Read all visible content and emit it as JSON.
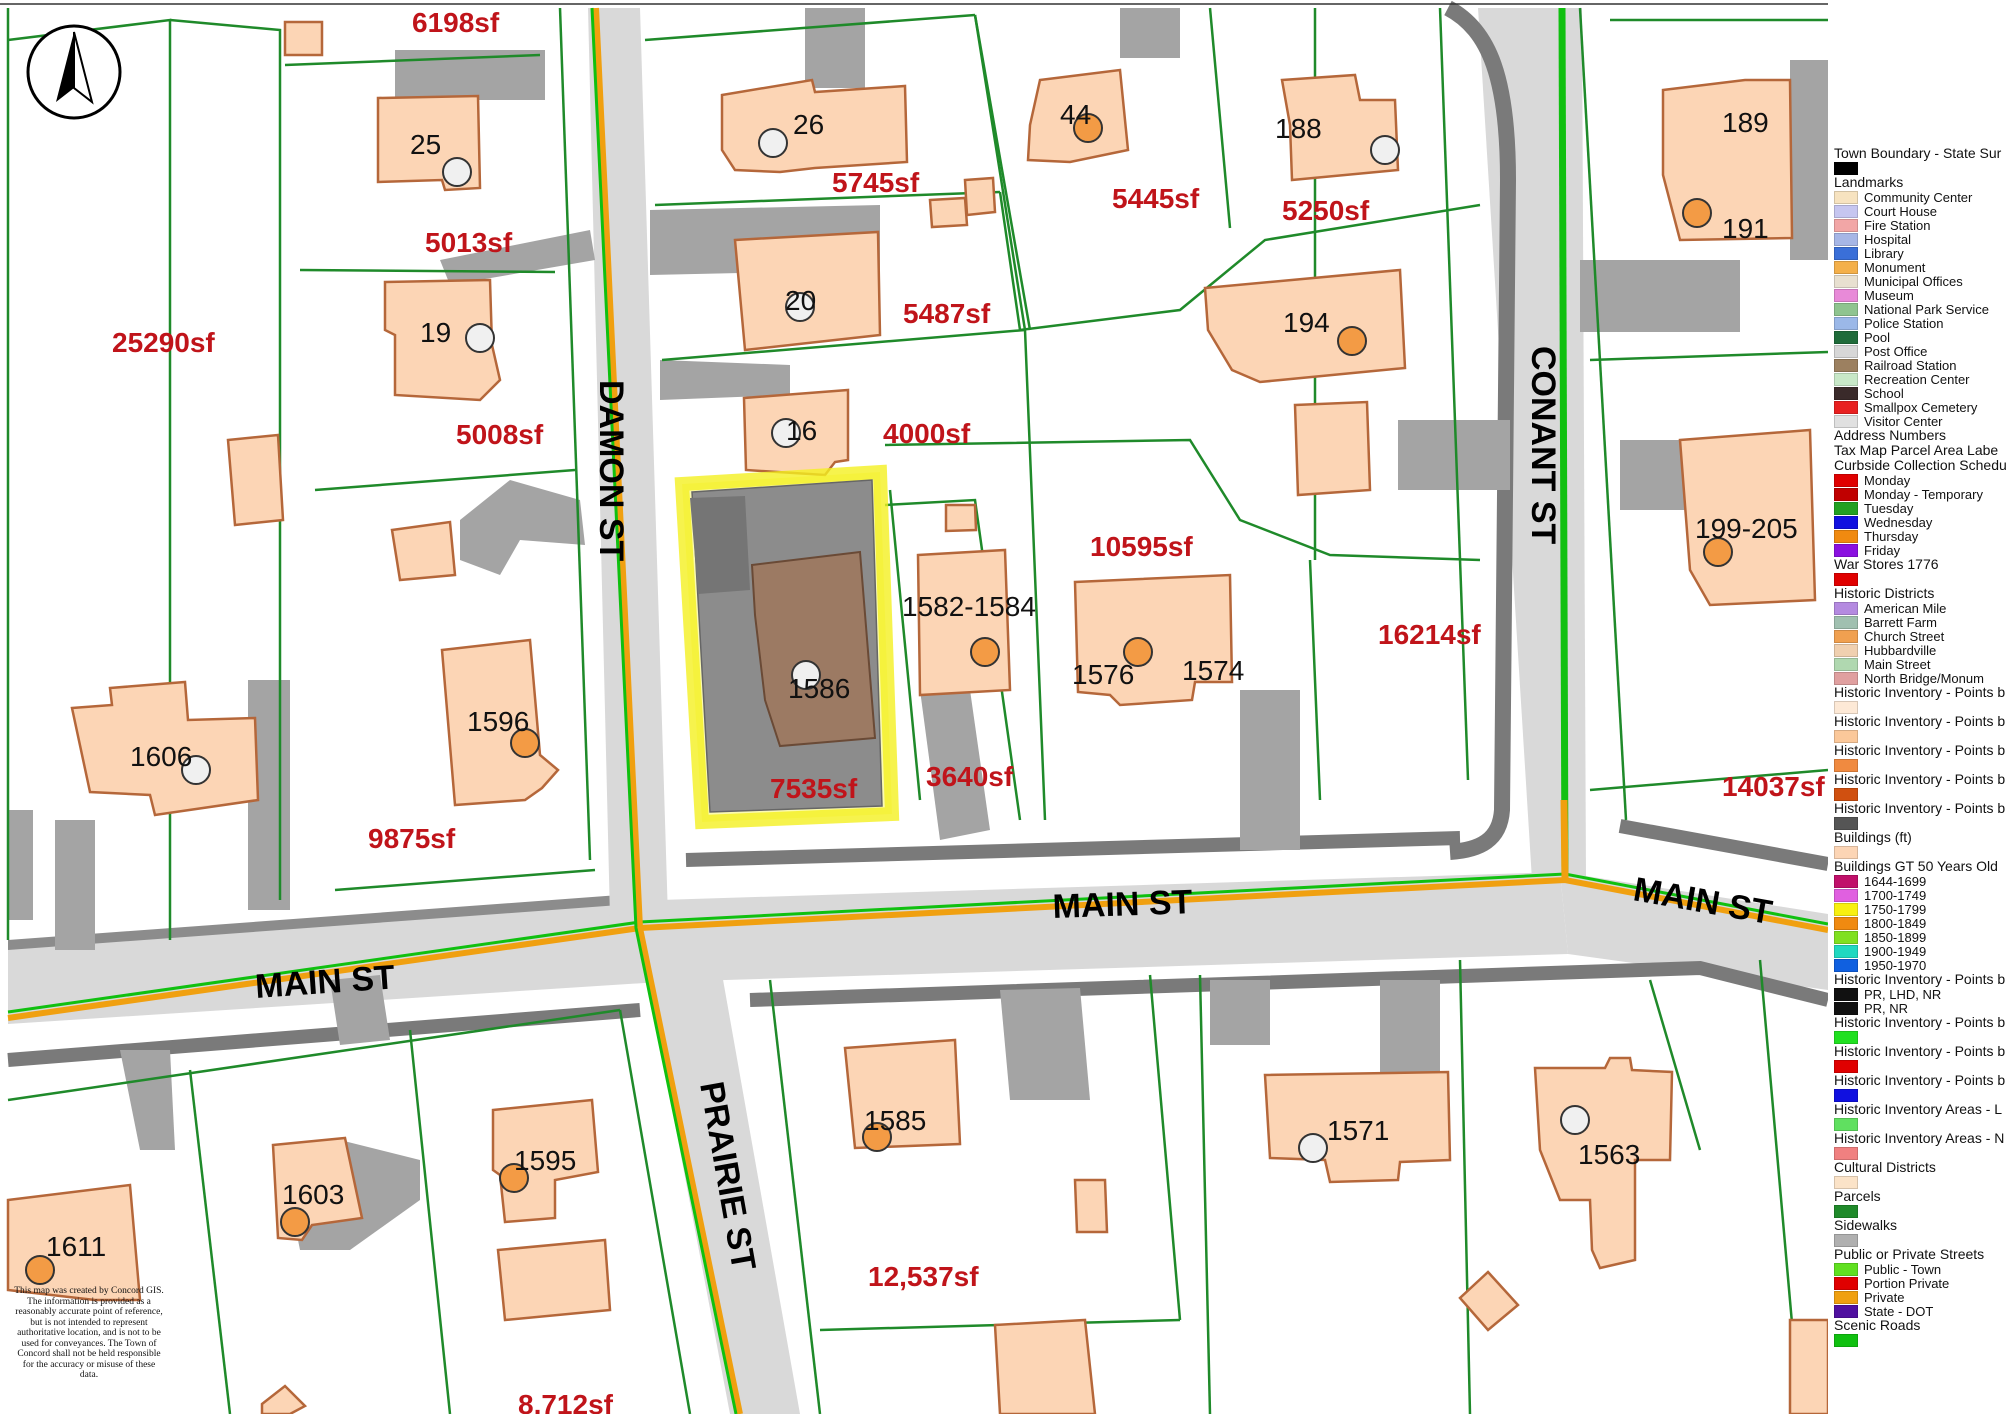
{
  "map": {
    "streets": {
      "main_left": "MAIN ST",
      "main_center": "MAIN ST",
      "main_right": "MAIN ST",
      "damon": "DAMON ST",
      "prairie": "PRAIRIE ST",
      "conant": "CONANT ST"
    },
    "area_labels": [
      "6198sf",
      "5013sf",
      "25290sf",
      "5008sf",
      "9875sf",
      "5745sf",
      "5445sf",
      "5250sf",
      "5487sf",
      "4000sf",
      "10595sf",
      "16214sf",
      "7535sf",
      "3640sf",
      "14037sf",
      "12,537sf",
      "8,712sf"
    ],
    "address_labels": [
      "25",
      "19",
      "1606",
      "1596",
      "26",
      "44",
      "188",
      "189",
      "191",
      "20",
      "194",
      "16",
      "199-205",
      "1582-1584",
      "1586",
      "1576",
      "1574",
      "1585",
      "1603",
      "1595",
      "1611",
      "1571",
      "1563"
    ],
    "selected_parcel": "1586",
    "disclaimer": "This map was created by Concord GIS. The information is provided as a reasonably accurate point of reference, but is not intended to represent authoritative location, and is not to be used for conveyances. The Town of Concord shall not be held responsible for the accuracy or misuse of these data."
  },
  "legend": {
    "sections": [
      {
        "title": "Town Boundary - State Sur",
        "items": [
          {
            "label": "",
            "color": "#000000"
          }
        ]
      },
      {
        "title": "Landmarks",
        "items": [
          {
            "label": "Community Center",
            "color": "#f7e3c0"
          },
          {
            "label": "Court House",
            "color": "#c6c6f0"
          },
          {
            "label": "Fire Station",
            "color": "#f2a6a6"
          },
          {
            "label": "Hospital",
            "color": "#a6b6e6"
          },
          {
            "label": "Library",
            "color": "#3a6fd8"
          },
          {
            "label": "Monument",
            "color": "#f4b04a"
          },
          {
            "label": "Municipal Offices",
            "color": "#e8e0d0"
          },
          {
            "label": "Museum",
            "color": "#e88ad8"
          },
          {
            "label": "National Park Service",
            "color": "#8fc48f"
          },
          {
            "label": "Police Station",
            "color": "#9bb8e8"
          },
          {
            "label": "Pool",
            "color": "#1f6b3a"
          },
          {
            "label": "Post Office",
            "color": "#d7d7d7"
          },
          {
            "label": "Railroad Station",
            "color": "#9c8060"
          },
          {
            "label": "Recreation Center",
            "color": "#c8e8c8"
          },
          {
            "label": "School",
            "color": "#3a2a2a"
          },
          {
            "label": "Smallpox Cemetery",
            "color": "#e82020"
          },
          {
            "label": "Visitor Center",
            "color": "#e0e0e0"
          }
        ]
      },
      {
        "title": "Address Numbers",
        "items": []
      },
      {
        "title": "Tax Map Parcel Area Labe",
        "items": []
      },
      {
        "title": "Curbside Collection Schedu",
        "items": [
          {
            "label": "Monday",
            "color": "#e00000"
          },
          {
            "label": "Monday - Temporary",
            "color": "#c00000"
          },
          {
            "label": "Tuesday",
            "color": "#22a022"
          },
          {
            "label": "Wednesday",
            "color": "#1010e0"
          },
          {
            "label": "Thursday",
            "color": "#f08a10"
          },
          {
            "label": "Friday",
            "color": "#8a10e0"
          }
        ]
      },
      {
        "title": "War Stores 1776",
        "items": [
          {
            "label": "",
            "color": "#e00000"
          }
        ]
      },
      {
        "title": "Historic Districts",
        "items": [
          {
            "label": "American Mile",
            "color": "#b48ae0"
          },
          {
            "label": "Barrett Farm",
            "color": "#a0c0b0"
          },
          {
            "label": "Church Street",
            "color": "#f0a050"
          },
          {
            "label": "Hubbardville",
            "color": "#f0d0b0"
          },
          {
            "label": "Main Street",
            "color": "#b0d8b0"
          },
          {
            "label": "North Bridge/Monum",
            "color": "#e0a0a0"
          }
        ]
      },
      {
        "title": "Historic Inventory - Points b",
        "items": [
          {
            "label": "",
            "color": "#fde9d6"
          }
        ]
      },
      {
        "title": "Historic Inventory - Points b",
        "items": [
          {
            "label": "",
            "color": "#fbc89a"
          }
        ]
      },
      {
        "title": "Historic Inventory - Points b",
        "items": [
          {
            "label": "",
            "color": "#f08a40"
          }
        ]
      },
      {
        "title": "Historic Inventory - Points b",
        "items": [
          {
            "label": "",
            "color": "#d05010"
          }
        ]
      },
      {
        "title": "Historic Inventory - Points b",
        "items": [
          {
            "label": "",
            "color": "#555555"
          }
        ]
      },
      {
        "title": "Buildings (ft)",
        "items": [
          {
            "label": "",
            "color": "#fcd5b5"
          }
        ]
      },
      {
        "title": "Buildings GT 50 Years Old",
        "items": [
          {
            "label": "1644-1699",
            "color": "#c0106a"
          },
          {
            "label": "1700-1749",
            "color": "#e060e0"
          },
          {
            "label": "1750-1799",
            "color": "#f8f010"
          },
          {
            "label": "1800-1849",
            "color": "#f08a10"
          },
          {
            "label": "1850-1899",
            "color": "#80e020"
          },
          {
            "label": "1900-1949",
            "color": "#20d8c0"
          },
          {
            "label": "1950-1970",
            "color": "#1060e0"
          }
        ]
      },
      {
        "title": "Historic Inventory - Points b",
        "items": [
          {
            "label": "PR, LHD, NR",
            "color": "#111111"
          },
          {
            "label": "PR, NR",
            "color": "#111111"
          }
        ]
      },
      {
        "title": "Historic Inventory - Points b",
        "items": [
          {
            "label": "",
            "color": "#20e020"
          }
        ]
      },
      {
        "title": "Historic Inventory - Points b",
        "items": [
          {
            "label": "",
            "color": "#e00000"
          }
        ]
      },
      {
        "title": "Historic Inventory - Points b",
        "items": [
          {
            "label": "",
            "color": "#1010e0"
          }
        ]
      },
      {
        "title": "Historic Inventory Areas - L",
        "items": [
          {
            "label": "",
            "color": "#60e060"
          }
        ]
      },
      {
        "title": "Historic Inventory Areas - N",
        "items": [
          {
            "label": "",
            "color": "#f08080"
          }
        ]
      },
      {
        "title": "Cultural Districts",
        "items": [
          {
            "label": "",
            "color": "#fbe3c8"
          }
        ]
      },
      {
        "title": "Parcels",
        "items": [
          {
            "label": "",
            "color": "#1f8a2a"
          }
        ]
      },
      {
        "title": "Sidewalks",
        "items": [
          {
            "label": "",
            "color": "#b0b0b0"
          }
        ]
      },
      {
        "title": "Public or Private Streets",
        "items": [
          {
            "label": "Public - Town",
            "color": "#60e020"
          },
          {
            "label": "Portion Private",
            "color": "#e00000"
          },
          {
            "label": "Private",
            "color": "#f0a010"
          },
          {
            "label": "State - DOT",
            "color": "#5010a0"
          }
        ]
      },
      {
        "title": "Scenic Roads",
        "items": [
          {
            "label": "",
            "color": "#10c010"
          }
        ]
      }
    ]
  },
  "colors": {
    "parcel": "#1f8a2a",
    "road": "#d9d9d9",
    "building": "#fcd5b5",
    "area_label": "#c0141a",
    "selection": "#f4f020"
  },
  "icons": [
    "north-arrow-icon",
    "town-seal-icon"
  ]
}
